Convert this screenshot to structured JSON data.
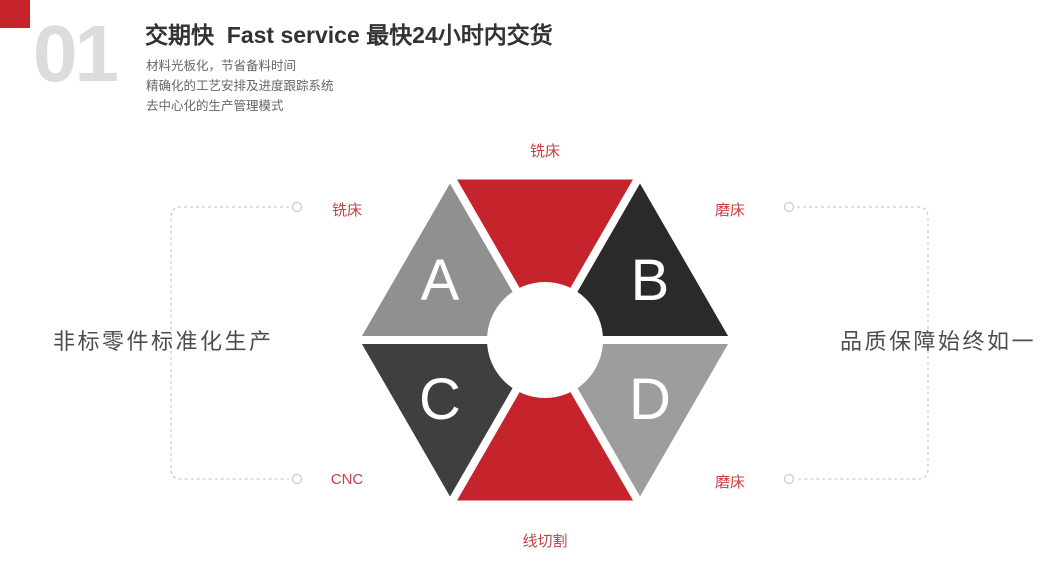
{
  "header": {
    "number": "01",
    "title": "交期快  Fast service 最快24小时内交货",
    "bullets": [
      "材料光板化，节省备料时间",
      "精确化的工艺安排及进度跟踪系统",
      "去中心化的生产管理模式"
    ]
  },
  "diagram": {
    "segments": [
      {
        "position": "top",
        "label": "铣床",
        "letter": "",
        "color": "#c5242d"
      },
      {
        "position": "upper-left",
        "label": "铣床",
        "letter": "A",
        "color": "#909090"
      },
      {
        "position": "upper-right",
        "label": "磨床",
        "letter": "B",
        "color": "#2a2a2a"
      },
      {
        "position": "lower-left",
        "label": "CNC",
        "letter": "C",
        "color": "#3f3f3f"
      },
      {
        "position": "lower-right",
        "label": "磨床",
        "letter": "D",
        "color": "#9d9d9d"
      },
      {
        "position": "bottom",
        "label": "线切割",
        "letter": "",
        "color": "#c5242d"
      }
    ]
  },
  "captions": {
    "left": "非标零件标准化生产",
    "right": "品质保障始终如一"
  },
  "colors": {
    "accent_red": "#c5242d",
    "label_red": "#c64046",
    "number_gray": "#dcdcdc",
    "connector_gray": "#cccccc",
    "letter_white": "#ffffff"
  }
}
